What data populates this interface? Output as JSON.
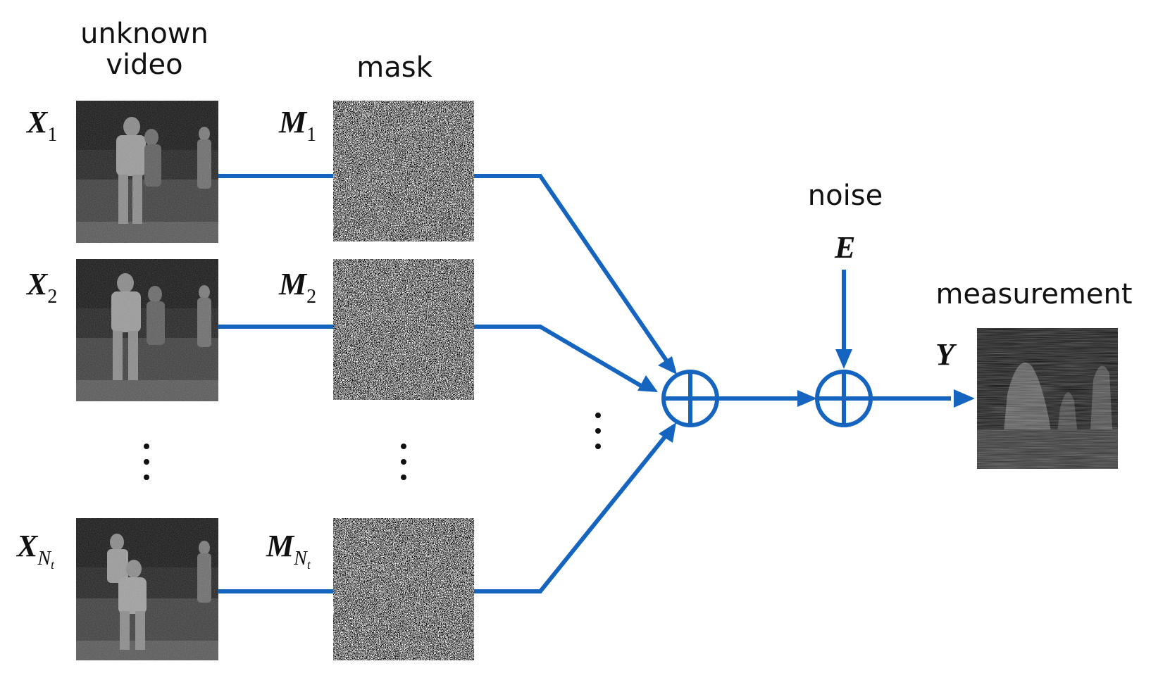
{
  "labels": {
    "video": "unknown\nvideo",
    "mask": "mask",
    "noise": "noise",
    "measurement": "measurement"
  },
  "variables": {
    "x1": {
      "sym": "X",
      "sub": "1"
    },
    "x2": {
      "sym": "X",
      "sub": "2"
    },
    "xn": {
      "sym": "X",
      "sub": "N",
      "subsub": "t"
    },
    "m1": {
      "sym": "M",
      "sub": "1"
    },
    "m2": {
      "sym": "M",
      "sub": "2"
    },
    "mn": {
      "sym": "M",
      "sub": "N",
      "subsub": "t"
    },
    "e": {
      "sym": "E"
    },
    "y": {
      "sym": "Y"
    }
  },
  "colors": {
    "arrow": "#1565C0",
    "text": "#111111",
    "frame_bg": "#2a2a2a"
  }
}
